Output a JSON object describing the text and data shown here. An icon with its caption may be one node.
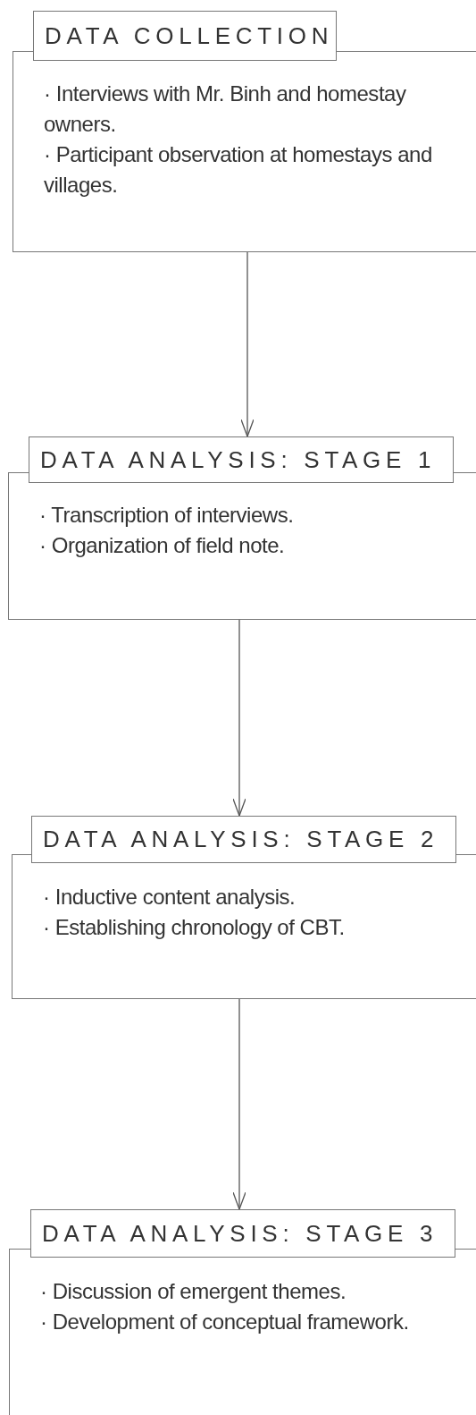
{
  "diagram": {
    "nodes": [
      {
        "text": [
          "DATA COLLECTION",
          "· Interviews with Mr. Binh and homestay owners.",
          "· Participant observation at homestays and villages."
        ]
      },
      {
        "text": [
          "DATA ANALYSIS: STAGE 1",
          "· Transcription of interviews.",
          "· Organization of field note."
        ]
      },
      {
        "text": [
          "DATA ANALYSIS: STAGE 2",
          "· Inductive content analysis.",
          "· Establishing chronology of CBT."
        ]
      },
      {
        "text": [
          "DATA ANALYSIS: STAGE 3",
          "· Discussion of emergent themes.",
          "· Development of conceptual framework."
        ]
      }
    ],
    "edges": [
      {
        "from": 0,
        "to": 1,
        "arrow": "to"
      },
      {
        "from": 1,
        "to": 2,
        "arrow": "to"
      },
      {
        "from": 2,
        "to": 3,
        "arrow": "to"
      }
    ]
  }
}
